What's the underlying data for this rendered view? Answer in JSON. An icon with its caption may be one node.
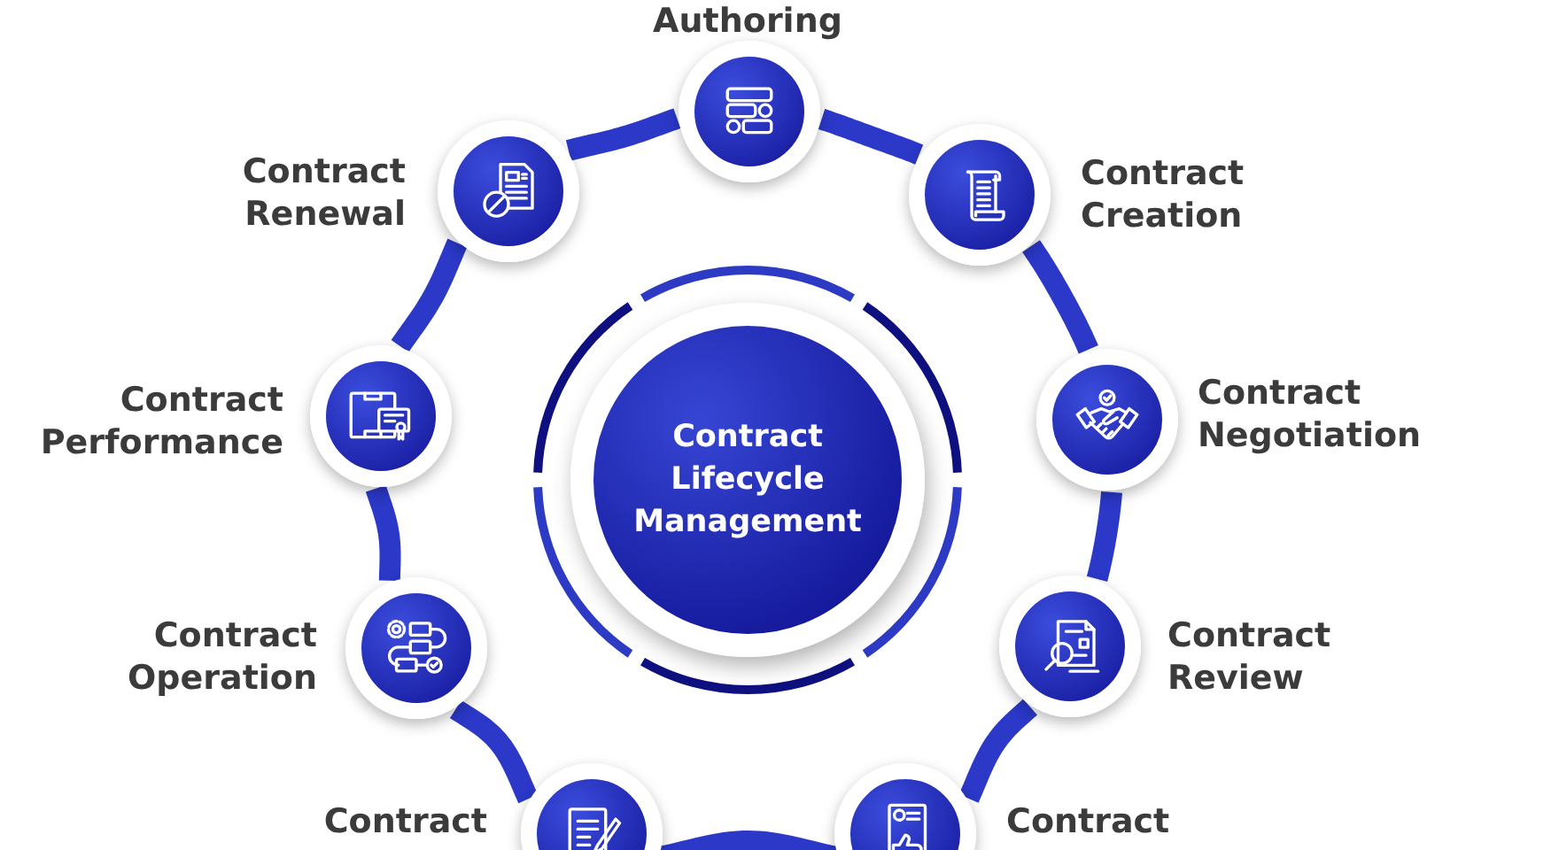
{
  "diagram": {
    "nodes": [
      {
        "text": [
          "Contract Lifecycle Management"
        ]
      },
      {
        "text": [
          "Authoring"
        ]
      },
      {
        "text": [
          "Contract Creation"
        ]
      },
      {
        "text": [
          "Contract Negotiation"
        ]
      },
      {
        "text": [
          "Contract Review"
        ]
      },
      {
        "text": [
          "Contract"
        ]
      },
      {
        "text": [
          "Contract"
        ]
      },
      {
        "text": [
          "Contract Operation"
        ]
      },
      {
        "text": [
          "Contract Performance"
        ]
      },
      {
        "text": [
          "Contract Renewal"
        ]
      }
    ],
    "edges": [
      {
        "from": 1,
        "to": 2,
        "arrow": "none"
      },
      {
        "from": 2,
        "to": 3,
        "arrow": "none"
      },
      {
        "from": 3,
        "to": 4,
        "arrow": "none"
      },
      {
        "from": 4,
        "to": 5,
        "arrow": "none"
      },
      {
        "from": 5,
        "to": 6,
        "arrow": "none"
      },
      {
        "from": 6,
        "to": 7,
        "arrow": "none"
      },
      {
        "from": 7,
        "to": 8,
        "arrow": "none"
      },
      {
        "from": 8,
        "to": 9,
        "arrow": "none"
      },
      {
        "from": 9,
        "to": 1,
        "arrow": "none"
      }
    ]
  }
}
